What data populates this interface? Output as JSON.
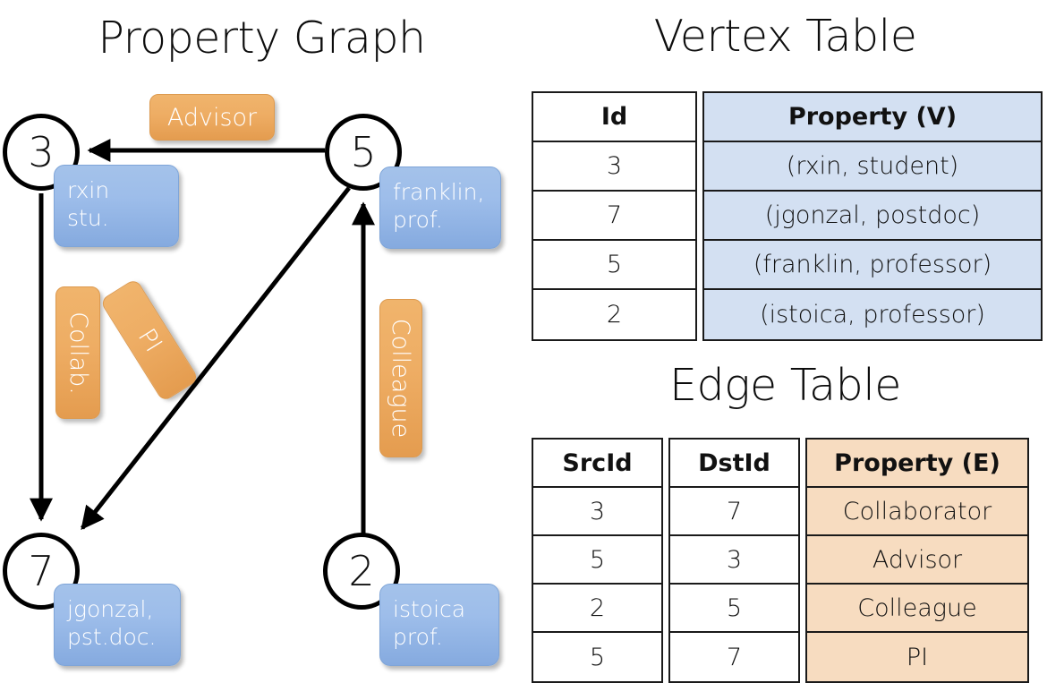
{
  "titles": {
    "property_graph": "Property Graph",
    "vertex_table": "Vertex Table",
    "edge_table": "Edge Table"
  },
  "colors": {
    "vertex_fill": "#d3e0f2",
    "edge_fill": "#f7dcc0",
    "property_box_blue": "#9dbdea",
    "edge_label_orange": "#eead64",
    "stroke": "#000000"
  },
  "graph": {
    "vertices": [
      {
        "id": "3",
        "property": "rxin\nstu.",
        "line1": "rxin",
        "line2": "stu."
      },
      {
        "id": "5",
        "property": "franklin, prof.",
        "line1": "franklin,",
        "line2": "prof."
      },
      {
        "id": "7",
        "property": "jgonzal, pst.doc.",
        "line1": "jgonzal,",
        "line2": "pst.doc."
      },
      {
        "id": "2",
        "property": "istoica prof.",
        "line1": "istoica",
        "line2": "prof."
      }
    ],
    "edge_labels": [
      {
        "name": "advisor",
        "text": "Advisor",
        "from": "5",
        "to": "3"
      },
      {
        "name": "collab",
        "text": "Collab.",
        "from": "3",
        "to": "7"
      },
      {
        "name": "pi",
        "text": "PI",
        "from": "5",
        "to": "7"
      },
      {
        "name": "colleague",
        "text": "Colleague",
        "from": "2",
        "to": "5"
      }
    ]
  },
  "vertex_table": {
    "headers": [
      "Id",
      "Property (V)"
    ],
    "rows": [
      {
        "id": "3",
        "property": "(rxin, student)"
      },
      {
        "id": "7",
        "property": "(jgonzal, postdoc)"
      },
      {
        "id": "5",
        "property": "(franklin, professor)"
      },
      {
        "id": "2",
        "property": "(istoica, professor)"
      }
    ]
  },
  "edge_table": {
    "headers": [
      "SrcId",
      "DstId",
      "Property (E)"
    ],
    "rows": [
      {
        "src": "3",
        "dst": "7",
        "property": "Collaborator"
      },
      {
        "src": "5",
        "dst": "3",
        "property": "Advisor"
      },
      {
        "src": "2",
        "dst": "5",
        "property": "Colleague"
      },
      {
        "src": "5",
        "dst": "7",
        "property": "PI"
      }
    ]
  }
}
